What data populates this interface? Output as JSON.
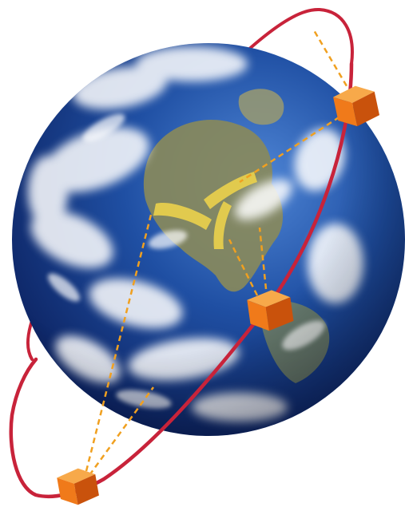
{
  "diagram": {
    "subject": "satellite-orbit-earth",
    "colors": {
      "ocean_deep": "#0b1f5c",
      "ocean_mid": "#1f4fa3",
      "ocean_light": "#4f86d6",
      "land": "#8a8a5a",
      "cloud": "#ffffff",
      "orbit": "#c8233a",
      "satellite_face": "#f07a1a",
      "satellite_top": "#f7a94a",
      "satellite_side": "#c9520c",
      "beam": "#f2d64a",
      "link_dash": "#f0a020",
      "background": "#ffffff"
    },
    "satellites": [
      {
        "id": "sat-top-right"
      },
      {
        "id": "sat-middle"
      },
      {
        "id": "sat-bottom-left"
      }
    ]
  }
}
